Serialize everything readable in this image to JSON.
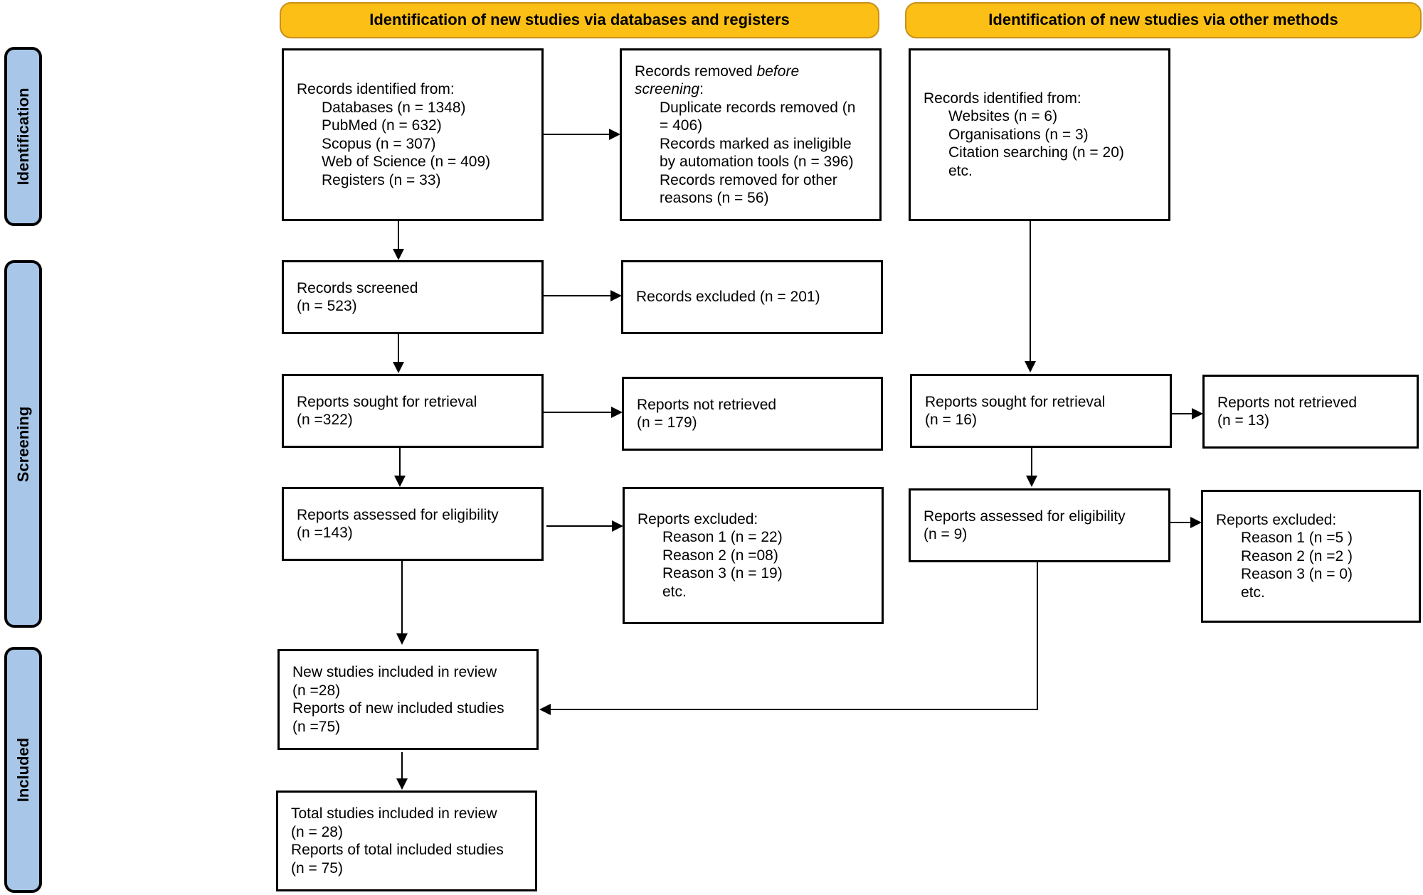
{
  "diagram": {
    "title": "PRISMA 2020 flow diagram for new systematic reviews",
    "colors": {
      "banner_fill": "#FBBF15",
      "banner_border": "#C8901A",
      "stage_fill": "#A7C6E8",
      "box_border": "#000000",
      "box_fill": "#FFFFFF"
    }
  },
  "banners": {
    "databases": "Identification of new studies via databases and registers",
    "other": "Identification of new studies via other methods"
  },
  "stages": [
    {
      "label": "Identification"
    },
    {
      "label": "Screening"
    },
    {
      "label": "Included"
    }
  ],
  "left_column": {
    "identified": {
      "heading": "Records identified from:",
      "items": [
        "Databases (n = 1348)",
        "PubMed (n = 632)",
        "Scopus (n = 307)",
        "Web of Science (n = 409)",
        "Registers (n = 33)"
      ]
    },
    "removed_before_screening": {
      "heading_part1": "Records removed ",
      "heading_italic": "before",
      "heading_part2": "screening",
      "heading_colon": ":",
      "items": [
        "Duplicate records removed (n",
        "= 406)",
        "Records marked as ineligible",
        "by automation tools (n = 396)",
        "Records removed for other",
        "reasons (n = 56)"
      ]
    },
    "records_screened": {
      "line1": "Records screened",
      "line2": "(n = 523)"
    },
    "records_excluded": {
      "line1": "Records excluded (n = 201)"
    },
    "reports_sought": {
      "line1": "Reports sought for retrieval",
      "line2": "(n =322)"
    },
    "reports_not_retrieved": {
      "line1": "Reports not retrieved",
      "line2": "(n = 179)"
    },
    "reports_assessed": {
      "line1": "Reports assessed for eligibility",
      "line2": "(n =143)"
    },
    "reports_excluded": {
      "heading": "Reports excluded:",
      "items": [
        "Reason 1 (n = 22)",
        "Reason 2 (n =08)",
        "Reason 3 (n = 19)",
        "etc."
      ]
    },
    "new_studies_included": {
      "line1": "New studies included in review",
      "line2": "(n =28)",
      "line3": "Reports of new included studies",
      "line4": "(n =75)"
    },
    "total_included": {
      "line1": "Total studies included in review",
      "line2": "(n = 28)",
      "line3": "Reports of total included studies",
      "line4": "(n = 75)"
    }
  },
  "right_column": {
    "identified": {
      "heading": "Records identified from:",
      "items": [
        "Websites (n = 6)",
        "Organisations (n = 3)",
        "Citation searching (n = 20)",
        "etc."
      ]
    },
    "reports_sought": {
      "line1": "Reports sought for retrieval",
      "line2": "(n = 16)"
    },
    "reports_not_retrieved": {
      "line1": "Reports not retrieved",
      "line2": "(n = 13)"
    },
    "reports_assessed": {
      "line1": "Reports assessed for eligibility",
      "line2": "(n = 9)"
    },
    "reports_excluded": {
      "heading": "Reports excluded:",
      "items": [
        "Reason 1 (n =5 )",
        "Reason 2 (n =2 )",
        "Reason 3 (n = 0)",
        "etc."
      ]
    }
  }
}
